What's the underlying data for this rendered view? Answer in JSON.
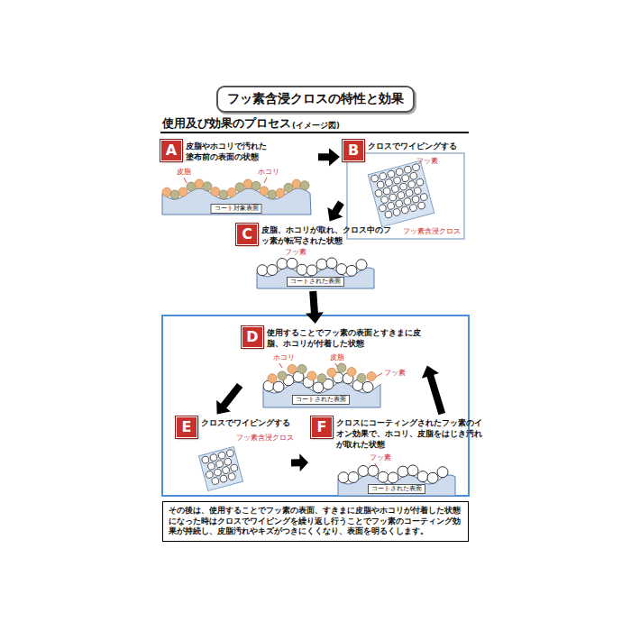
{
  "diagram": {
    "title": "フッ素含浸クロスの特性と効果",
    "nodes": [
      {
        "text": [
          "A",
          "皮脂やホコリで汚れた塗布前の表面の状態"
        ]
      },
      {
        "text": [
          "B",
          "クロスでワイピングする"
        ]
      },
      {
        "text": [
          "C",
          "皮脂、ホコリが取れ、クロス中のフッ素が転写された状態"
        ]
      },
      {
        "text": [
          "D",
          "使用することでフッ素の表面とすきまに皮脂、ホコリが付着した状態"
        ]
      },
      {
        "text": [
          "E",
          "クロスでワイピングする"
        ]
      },
      {
        "text": [
          "F",
          "クロスにコーティングされたフッ素のイオン効果で、ホコリ、皮脂をはじき汚れが取れた状態"
        ]
      },
      {
        "text": [
          "その後は、使用することでフッ素の表面、すきまに皮脂やホコリが付着した状態になった時はクロスでワイピングを繰り返し行うことでフッ素のコーティング効果が持続し、皮脂汚れやキズがつきにくくなり、表面を明るくします。"
        ]
      }
    ],
    "edges": [
      {
        "from": 0,
        "to": 1,
        "arrow": "to"
      },
      {
        "from": 1,
        "to": 2,
        "arrow": "to"
      },
      {
        "from": 2,
        "to": 3,
        "arrow": "to"
      },
      {
        "from": 3,
        "to": 4,
        "arrow": "to"
      },
      {
        "from": 4,
        "to": 5,
        "arrow": "to"
      },
      {
        "from": 5,
        "to": 3,
        "arrow": "to"
      }
    ],
    "labels": [
      "使用及び効果のプロセス",
      "(イメージ図)",
      "皮脂",
      "ホコリ",
      "コート対象表面",
      "フッ素",
      "フッ素含浸クロス",
      "フッ素",
      "コートされた表面",
      "ホコリ",
      "皮脂",
      "フッ素",
      "コートされた表面",
      "フッ素含浸クロス",
      "フッ素",
      "コートされた表面"
    ]
  }
}
